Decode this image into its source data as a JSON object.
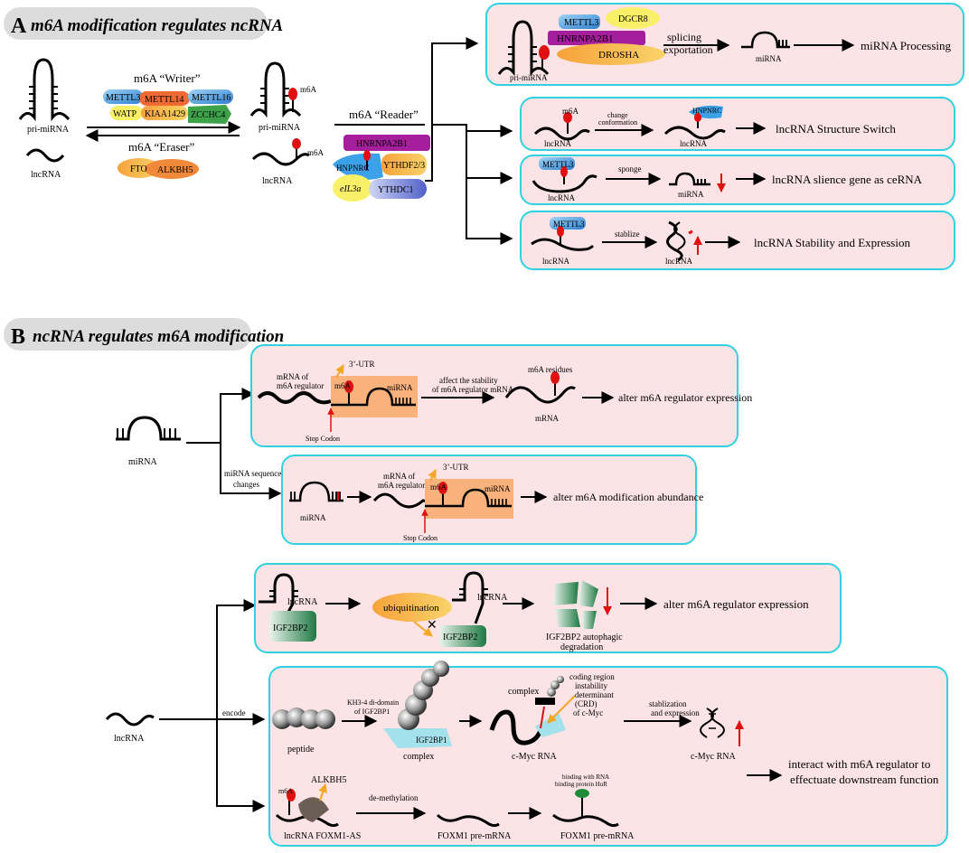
{
  "panel_a": {
    "letter": "A",
    "title": "m6A modification regulates  ncRNA",
    "pri_mirna_left": "pri-miRNA",
    "lncrna_left": "lncRNA",
    "writer_label": "m6A “Writer”",
    "writers": [
      "METTL3",
      "METTL14",
      "METTL16",
      "WATP",
      "KIAA1429",
      "ZCCHC4"
    ],
    "eraser_label": "m6A “Eraser”",
    "erasers": [
      "FTO",
      "ALKBH5"
    ],
    "pri_mirna_mid": "pri-miRNA",
    "lncrna_mid": "lncRNA",
    "m6a_mark": "m6A",
    "reader_label": "m6A “Reader”",
    "readers": [
      "HNRNPA2B1",
      "HNPNRC",
      "YTHDF2/3",
      "eIL3a",
      "YTHDC1"
    ],
    "box1": {
      "proteins": [
        "METTL3",
        "DGCR8",
        "HNRNPA2B1",
        "DROSHA"
      ],
      "pri_label": "pri-miRNA",
      "step": "splicing\nexportation",
      "mirna": "miRNA",
      "result": "miRNA Processing"
    },
    "box2": {
      "m6a": "m6A",
      "lnc1": "lncRNA",
      "step": "change\nconformation",
      "protein": "HNPNRC",
      "lnc2": "lncRNA",
      "result": "lncRNA Structure Switch"
    },
    "box3": {
      "protein": "METTL3",
      "lnc": "lncRNA",
      "step": "sponge",
      "mirna": "miRNA",
      "result": "lncRNA slience gene as ceRNA"
    },
    "box4": {
      "protein": "METTL3",
      "lnc": "lncRNA",
      "step": "stablize",
      "lnc2": "lncRNA",
      "result": "lncRNA Stability and Expression"
    }
  },
  "panel_b": {
    "letter": "B",
    "title": "ncRNA regulates m6A modification",
    "mirna_left": "miRNA",
    "box1": {
      "mrna_label": "mRNA of\nm6A regulator",
      "utr": "3’-UTR",
      "m6a": "m6A",
      "mirna": "miRNA",
      "stop": "Stop Codon",
      "step": "affect the stability\nof m6A regulator mRNA",
      "residues": "m6A residues",
      "mrna": "mRNA",
      "result": "alter m6A regulator expression"
    },
    "seq_changes": "miRNA sequence\nchanges",
    "box2": {
      "mirna": "miRNA",
      "mrna_label": "mRNA of\nm6A regulator",
      "utr": "3’-UTR",
      "m6a": "m6A",
      "mirna2": "miRNA",
      "stop": "Stop Codon",
      "result": "alter m6A modification abundance"
    },
    "lncrna_left": "lncRNA",
    "box3": {
      "lnc1": "lncRNA",
      "igf1": "IGF2BP2",
      "ubiq": "ubiquitination",
      "lnc2": "lncRNA",
      "igf2": "IGF2BP2",
      "degr": "IGF2BP2 autophagic\ndegradation",
      "result": "alter m6A regulator expression"
    },
    "encode": "encode",
    "box4": {
      "peptide": "peptide",
      "kh": "KH3-4 di-domain\nof IGF2BP1",
      "igf": "IGF2BP1",
      "complex1": "complex",
      "complex2": "complex",
      "crd": "coding region\ninstability\ndeterminant\n(CRD)\nof c-Myc",
      "cmyc1": "c-Myc RNA",
      "stab": "stablization\nand expression",
      "cmyc2": "c-Myc RNA",
      "m6a": "m6A",
      "alkbh5": "ALKBH5",
      "foxm1as": "lncRNA FOXM1-AS",
      "demeth": "de-methylation",
      "foxm1a": "FOXM1 pre-mRNA",
      "hur": "binding with RNA\nbinding protein HuR",
      "foxm1b": "FOXM1 pre-mRNA",
      "result": "interact with m6A regulator to\neffectuate downstream function"
    }
  },
  "colors": {
    "box_fill": "#fce4e6",
    "box_stroke": "#2fd3e0",
    "header_fill": "#dcdcdc",
    "red": "#e01010",
    "orange_box": "#f9b27c"
  }
}
